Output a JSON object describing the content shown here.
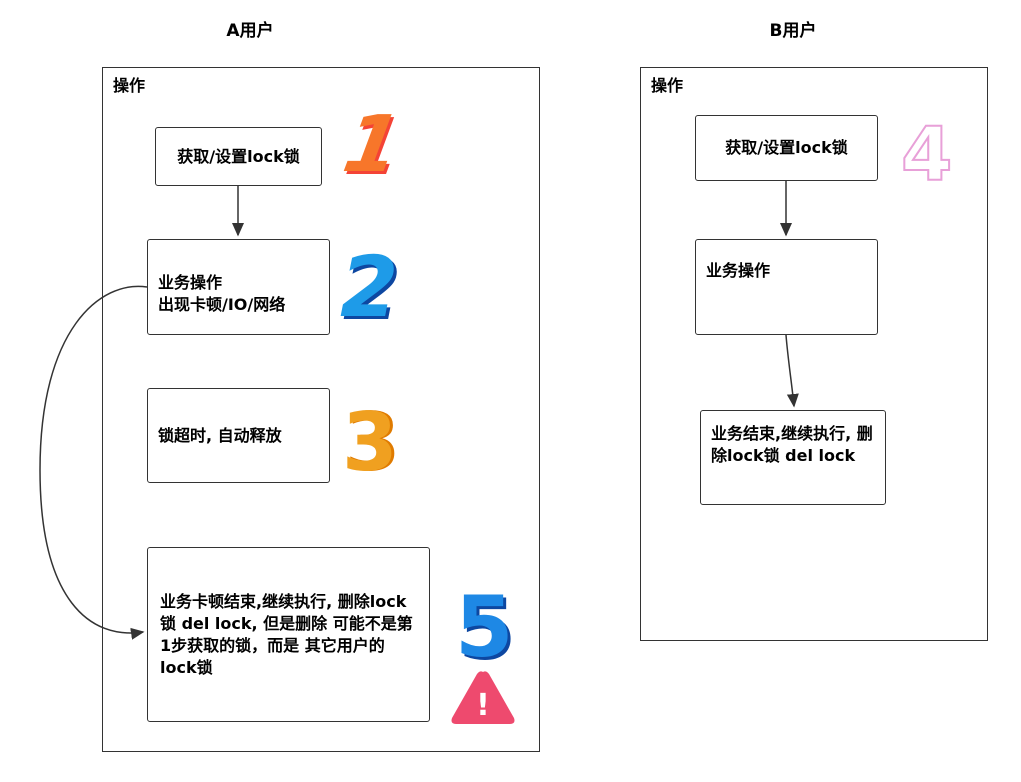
{
  "columns": {
    "a_title": "A用户",
    "b_title": "B用户"
  },
  "panel_a": {
    "label": "操作",
    "step1": "获取/设置lock锁",
    "step2": "业务操作\n出现卡顿/IO/网络",
    "step3": "锁超时, 自动释放",
    "step5": "业务卡顿结束,继续执行, 删除lock锁 del lock, 但是删除 可能不是第1步获取的锁，而是 其它用户的lock锁",
    "markers": [
      "1",
      "2",
      "3",
      "5",
      "!"
    ]
  },
  "panel_b": {
    "label": "操作",
    "step1": "获取/设置lock锁",
    "step2": "业务操作",
    "step3": "业务结束,继续执行, 删除lock锁 del lock",
    "markers": [
      "4"
    ]
  },
  "colors": {
    "marker_1": "#f7762a",
    "marker_2": "#1e9be8",
    "marker_3": "#f0a020",
    "marker_4": "#e8a0d8",
    "marker_5": "#1e88e5",
    "warning": "#ee4a6e",
    "stroke": "#333333"
  },
  "icons": [
    "warning-triangle-icon"
  ]
}
